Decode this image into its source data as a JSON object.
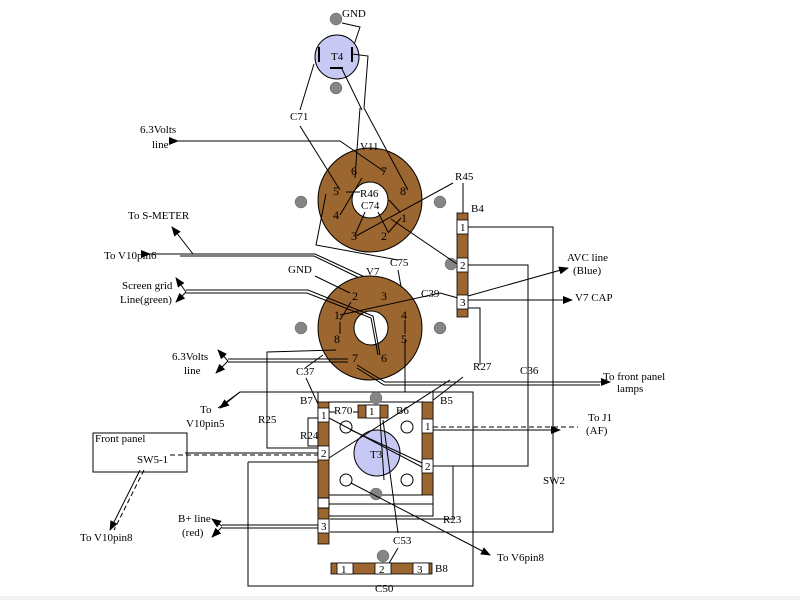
{
  "diagram": {
    "colors": {
      "socket": "#9c6630",
      "transformer": "#c8c8f4",
      "rivet": "#858585",
      "wire": "#000000",
      "background": "#ffffff"
    },
    "tubes": {
      "v11": {
        "label": "V11",
        "pins": [
          "1",
          "2",
          "3",
          "4",
          "5",
          "6",
          "7",
          "8"
        ],
        "center_labels": [
          "R46",
          "C74"
        ]
      },
      "v7": {
        "label": "V7",
        "pins": [
          "1",
          "2",
          "3",
          "4",
          "5",
          "6",
          "7",
          "8"
        ]
      }
    },
    "transformers": {
      "t4": {
        "label": "T4"
      },
      "t3": {
        "label": "T3"
      }
    },
    "terminal_strips": {
      "b4": {
        "label": "B4",
        "lugs": [
          "1",
          "2",
          "3"
        ]
      },
      "b7": {
        "label": "B7",
        "lugs": [
          "1",
          "2",
          "3"
        ]
      },
      "b5": {
        "label": "B5",
        "lugs": [
          "1",
          "2"
        ]
      },
      "b6": {
        "label": "B6",
        "lugs": [
          "1"
        ]
      },
      "b8": {
        "label": "B8",
        "lugs": [
          "1",
          "2",
          "3"
        ]
      }
    },
    "components": {
      "c71": "C71",
      "c75": "C75",
      "c39": "C39",
      "r45": "R45",
      "c37": "C37",
      "r25": "R25",
      "r24": "R24",
      "r70": "R70",
      "r27": "R27",
      "c36": "C36",
      "r23": "R23",
      "c53": "C53",
      "c50": "C50",
      "sw2": "SW2",
      "gnd_t4": "GND",
      "gnd_v7": "GND"
    },
    "front_panel": {
      "title": "Front panel",
      "switch": "SW5-1"
    },
    "connections": {
      "heater_line_top": [
        "6.3Volts",
        "line"
      ],
      "s_meter": "To S-METER",
      "v10pin6": "To V10pin6",
      "screen_grid": [
        "Screen grid",
        "Line(green)"
      ],
      "heater_line_mid": [
        "6.3Volts",
        "line"
      ],
      "v10pin5": [
        "To",
        "V10pin5"
      ],
      "v10pin8": "To V10pin8",
      "bplus": [
        "B+ line",
        "(red)"
      ],
      "avc": [
        "AVC line",
        "(Blue)"
      ],
      "v7cap": "V7 CAP",
      "front_lamps": [
        "To front panel",
        "lamps"
      ],
      "j1": [
        "To J1",
        "(AF)"
      ],
      "v6pin8": "To V6pin8"
    }
  }
}
